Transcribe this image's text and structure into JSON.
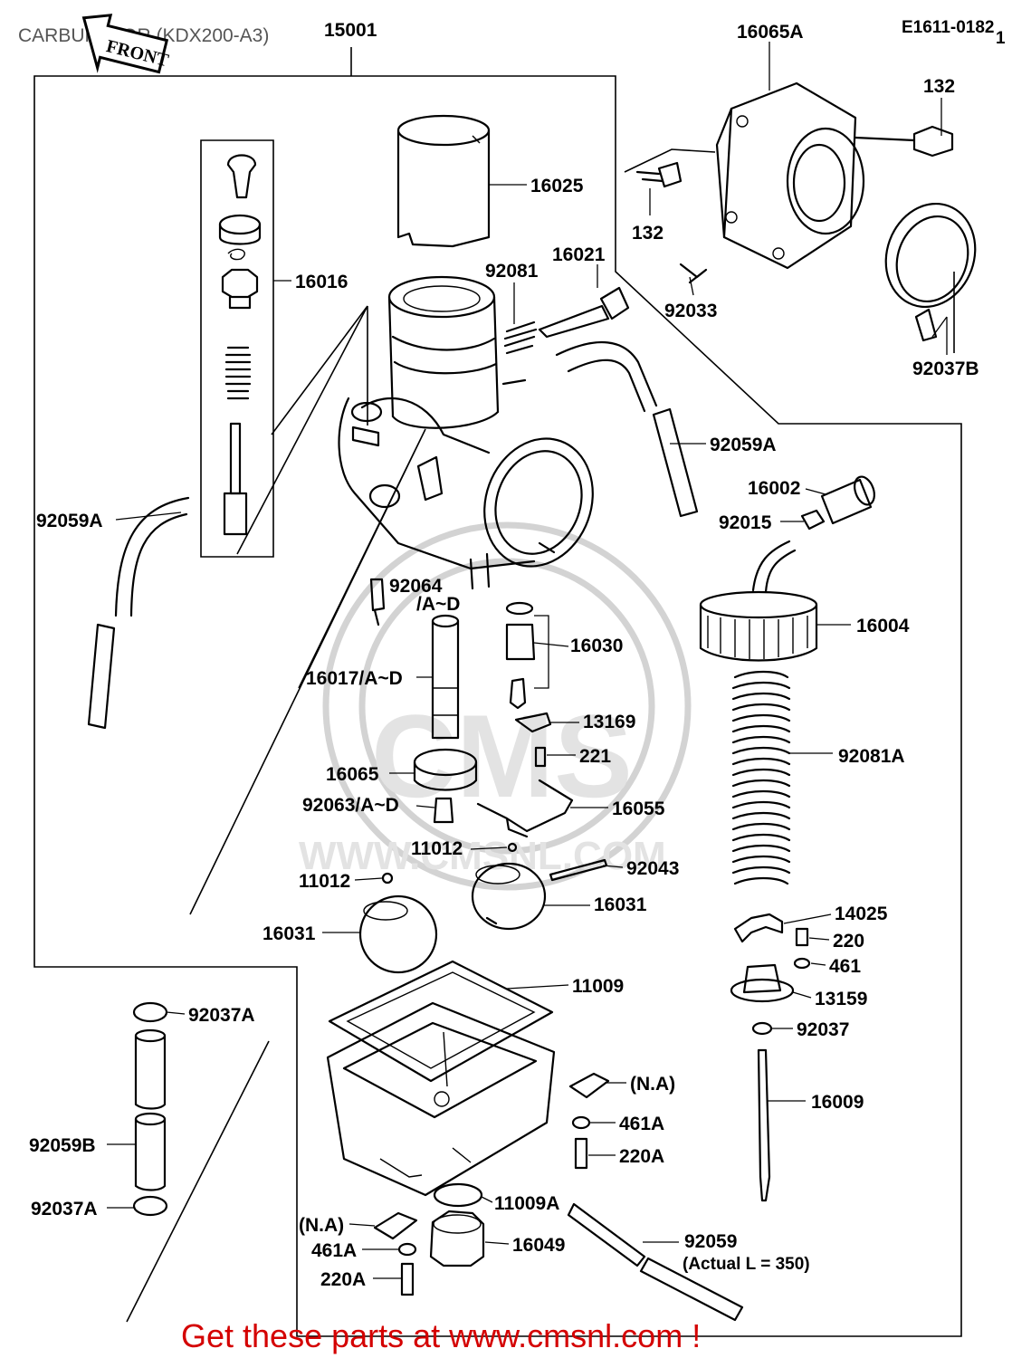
{
  "diagram": {
    "title": "CARBURETOR (KDX200-A3)",
    "code": "E1611-0182",
    "code_suffix": "1",
    "front_badge": "FRONT",
    "watermark": {
      "brand": "CMS",
      "url": "WWW.CMSNL.COM"
    },
    "footer": "Get these parts at www.cmsnl.com !",
    "labels": {
      "p15001": "15001",
      "p16065A": "16065A",
      "p132_top": "132",
      "p132_left": "132",
      "p16025": "16025",
      "p16016": "16016",
      "p16021": "16021",
      "p92081": "92081",
      "p92033": "92033",
      "p92037B": "92037B",
      "p92059A_right": "92059A",
      "p16002": "16002",
      "p92015": "92015",
      "p92059A_left": "92059A",
      "p92064": "92064",
      "p16017_sub": "/A~D",
      "p16030": "16030",
      "p16004": "16004",
      "p16017": "16017/A~D",
      "p13169": "13169",
      "p221": "221",
      "p92081A": "92081A",
      "p16065": "16065",
      "p92063": "92063/A~D",
      "p16055": "16055",
      "p11012_a": "11012",
      "p11012_b": "11012",
      "p92043": "92043",
      "p16031_right": "16031",
      "p16031_left": "16031",
      "p14025": "14025",
      "p220": "220",
      "p461": "461",
      "p11009": "11009",
      "p13159": "13159",
      "p92037A_top": "92037A",
      "p92037": "92037",
      "pNA_right": "(N.A)",
      "p461A_right": "461A",
      "p16009": "16009",
      "p92059B": "92059B",
      "p220A_right": "220A",
      "p11009A": "11009A",
      "p92037A_bottom": "92037A",
      "pNA_left": "(N.A)",
      "p92059": "92059",
      "p92059_note": "(Actual L = 350)",
      "p16049": "16049",
      "p461A_left": "461A",
      "p220A_left": "220A"
    }
  }
}
